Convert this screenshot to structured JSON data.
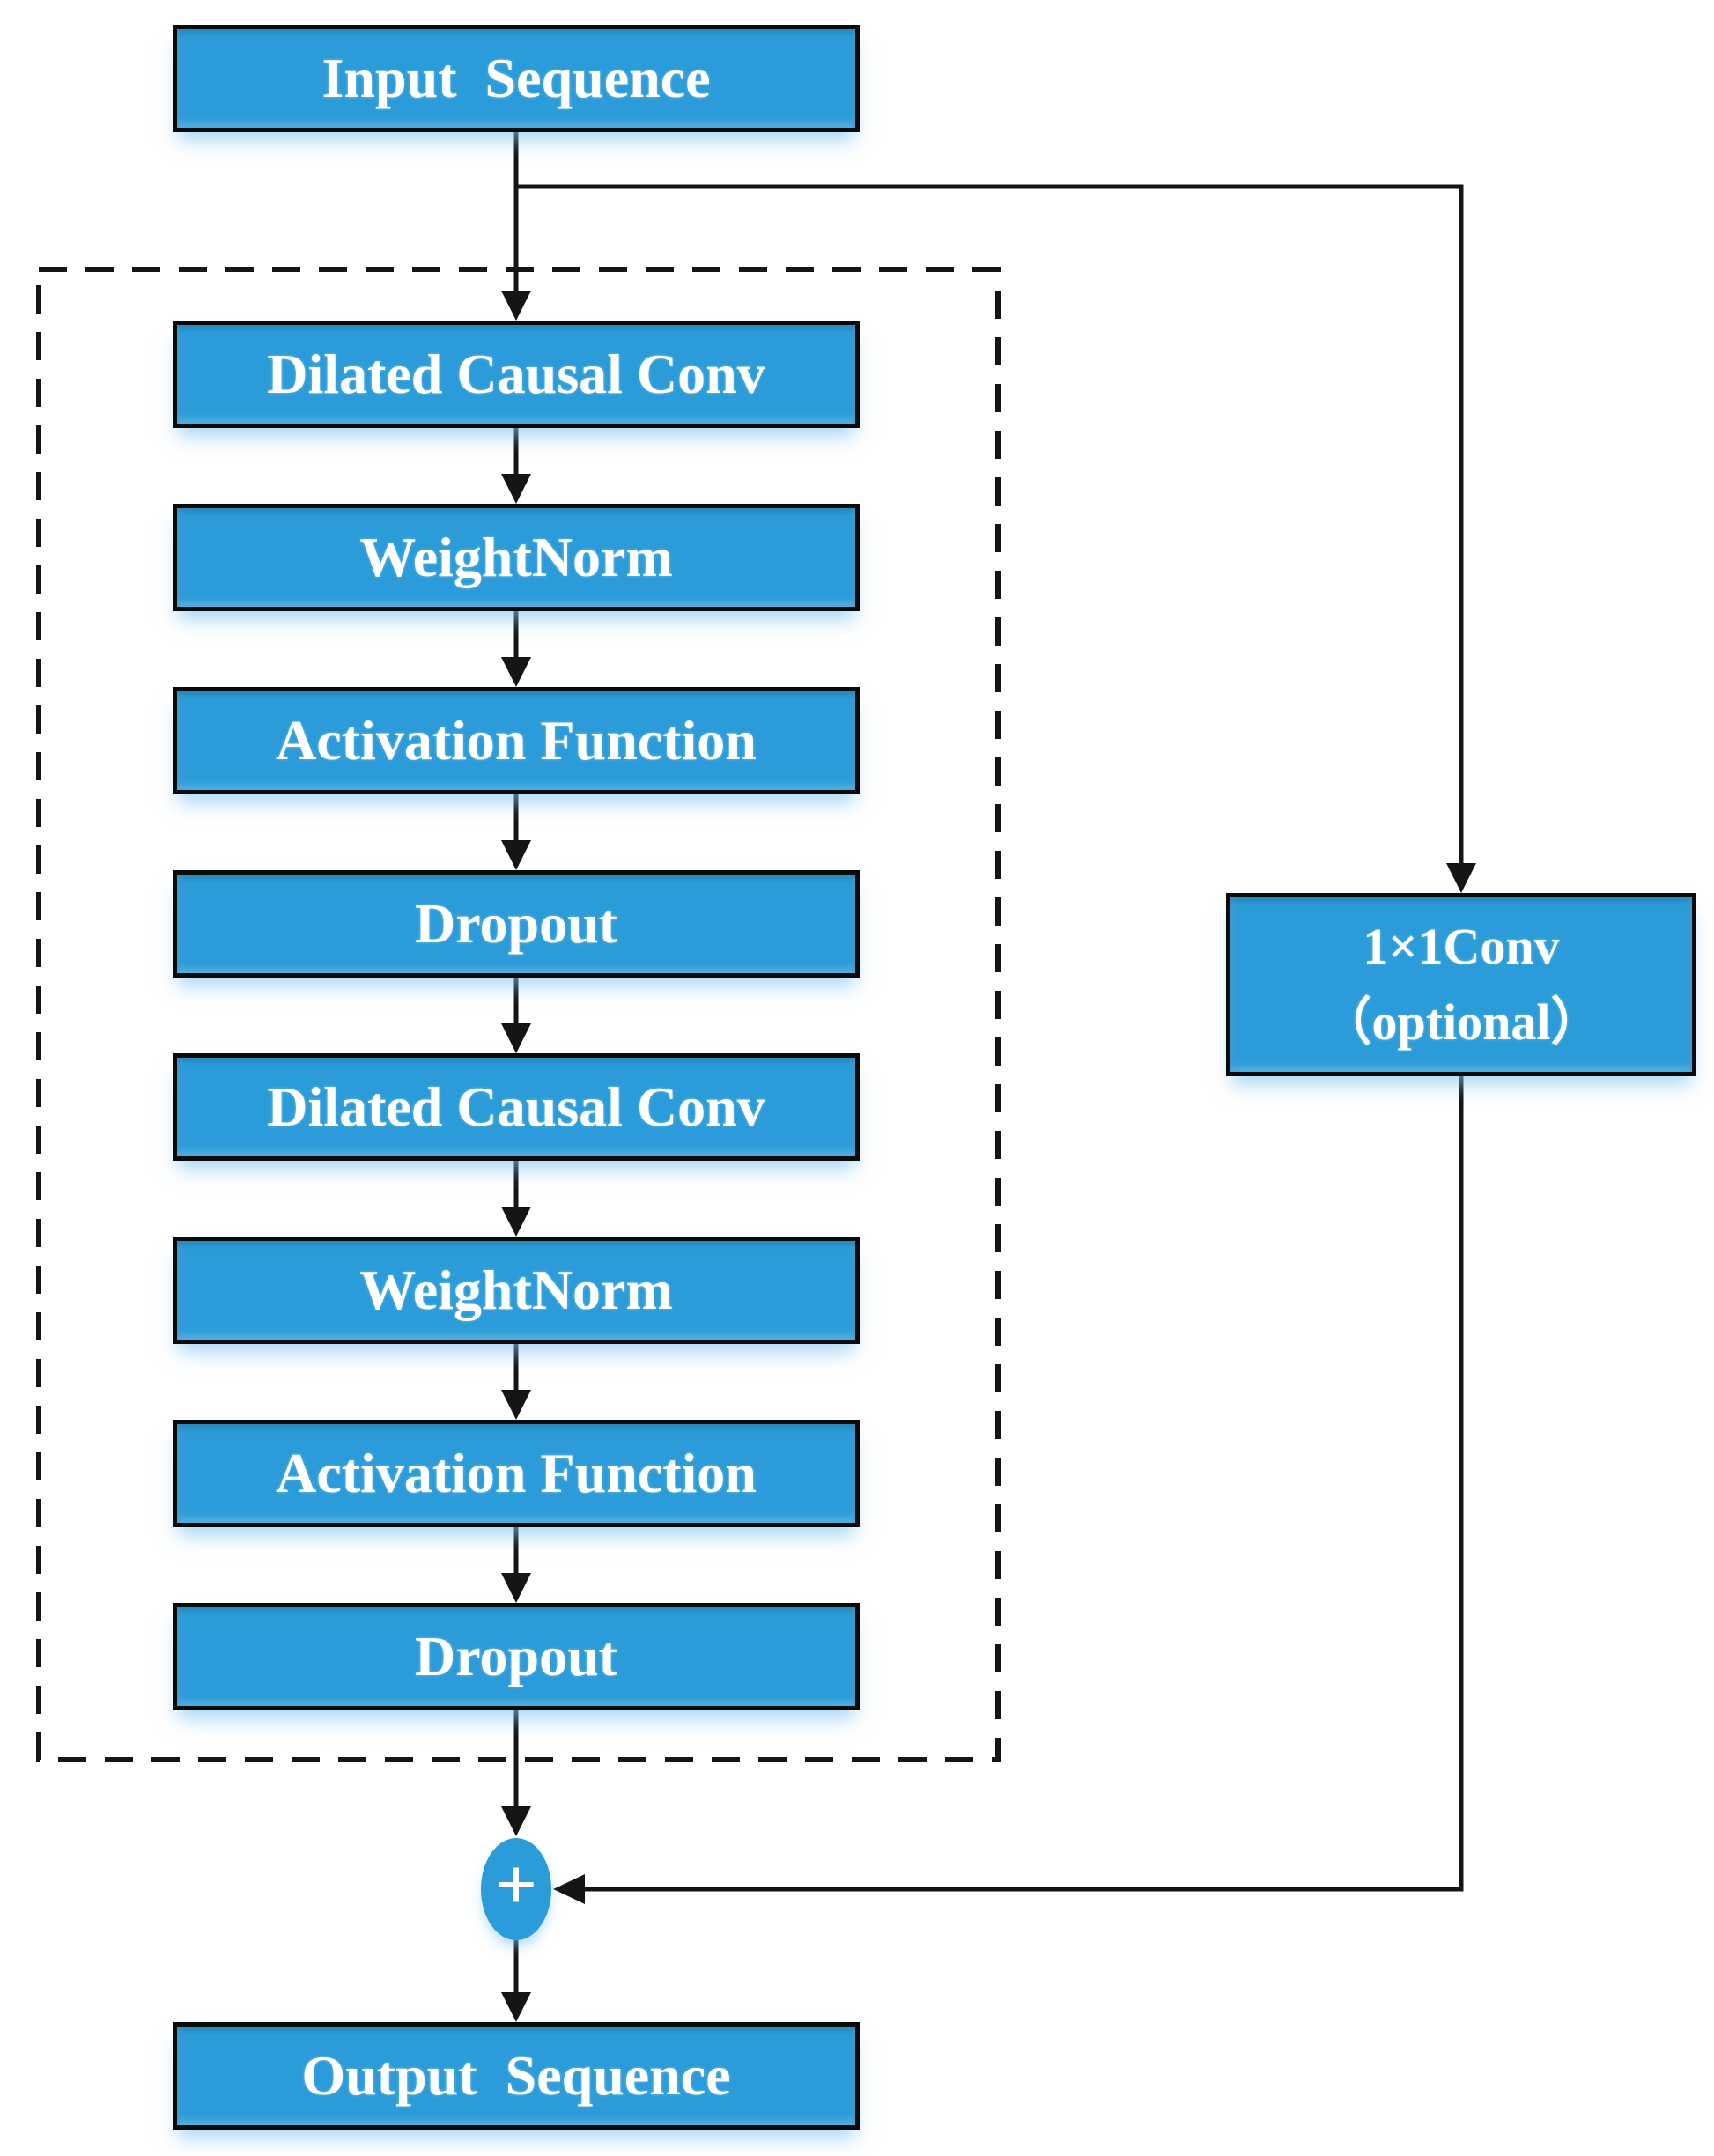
{
  "diagram": {
    "input_label": "Input  Sequence",
    "blocks": [
      {
        "label": "Dilated Causal Conv"
      },
      {
        "label": "WeightNorm"
      },
      {
        "label": "Activation Function"
      },
      {
        "label": "Dropout"
      },
      {
        "label": "Dilated Causal Conv"
      },
      {
        "label": "WeightNorm"
      },
      {
        "label": "Activation Function"
      },
      {
        "label": "Dropout"
      }
    ],
    "skip": {
      "line1": "1×1Conv",
      "line2": "（optional）"
    },
    "merge_label": "+",
    "output_label": "Output  Sequence",
    "colors": {
      "box_fill": "#2B9CD9",
      "box_border": "#0B0B0B",
      "label_text": "#FFFFFF",
      "connector": "#151515"
    }
  }
}
